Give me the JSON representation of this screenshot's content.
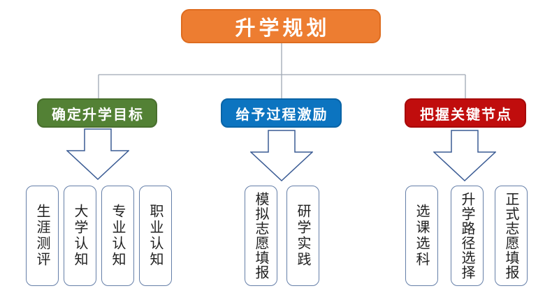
{
  "diagram": {
    "root": {
      "label": "升学规划",
      "color": "#ED7D31"
    },
    "branches": [
      {
        "label": "确定升学目标",
        "color": "#538135",
        "items": [
          "生涯测评",
          "大学认知",
          "专业认知",
          "职业认知"
        ]
      },
      {
        "label": "给予过程激励",
        "color": "#0C74C0",
        "items": [
          "模拟志愿填报",
          "研学实践"
        ]
      },
      {
        "label": "把握关键节点",
        "color": "#C00D0D",
        "items": [
          "选课选科",
          "升学路径选择",
          "正式志愿填报"
        ]
      }
    ],
    "styles": {
      "connector_color": "#9FA8B4",
      "arrow_outline": "#3A5B94",
      "arrow_fill": "#FFFFFF",
      "item_border": "#657FA8",
      "item_text_color": "#1F1F1F",
      "node_text_color": "#FFFFFF"
    }
  }
}
